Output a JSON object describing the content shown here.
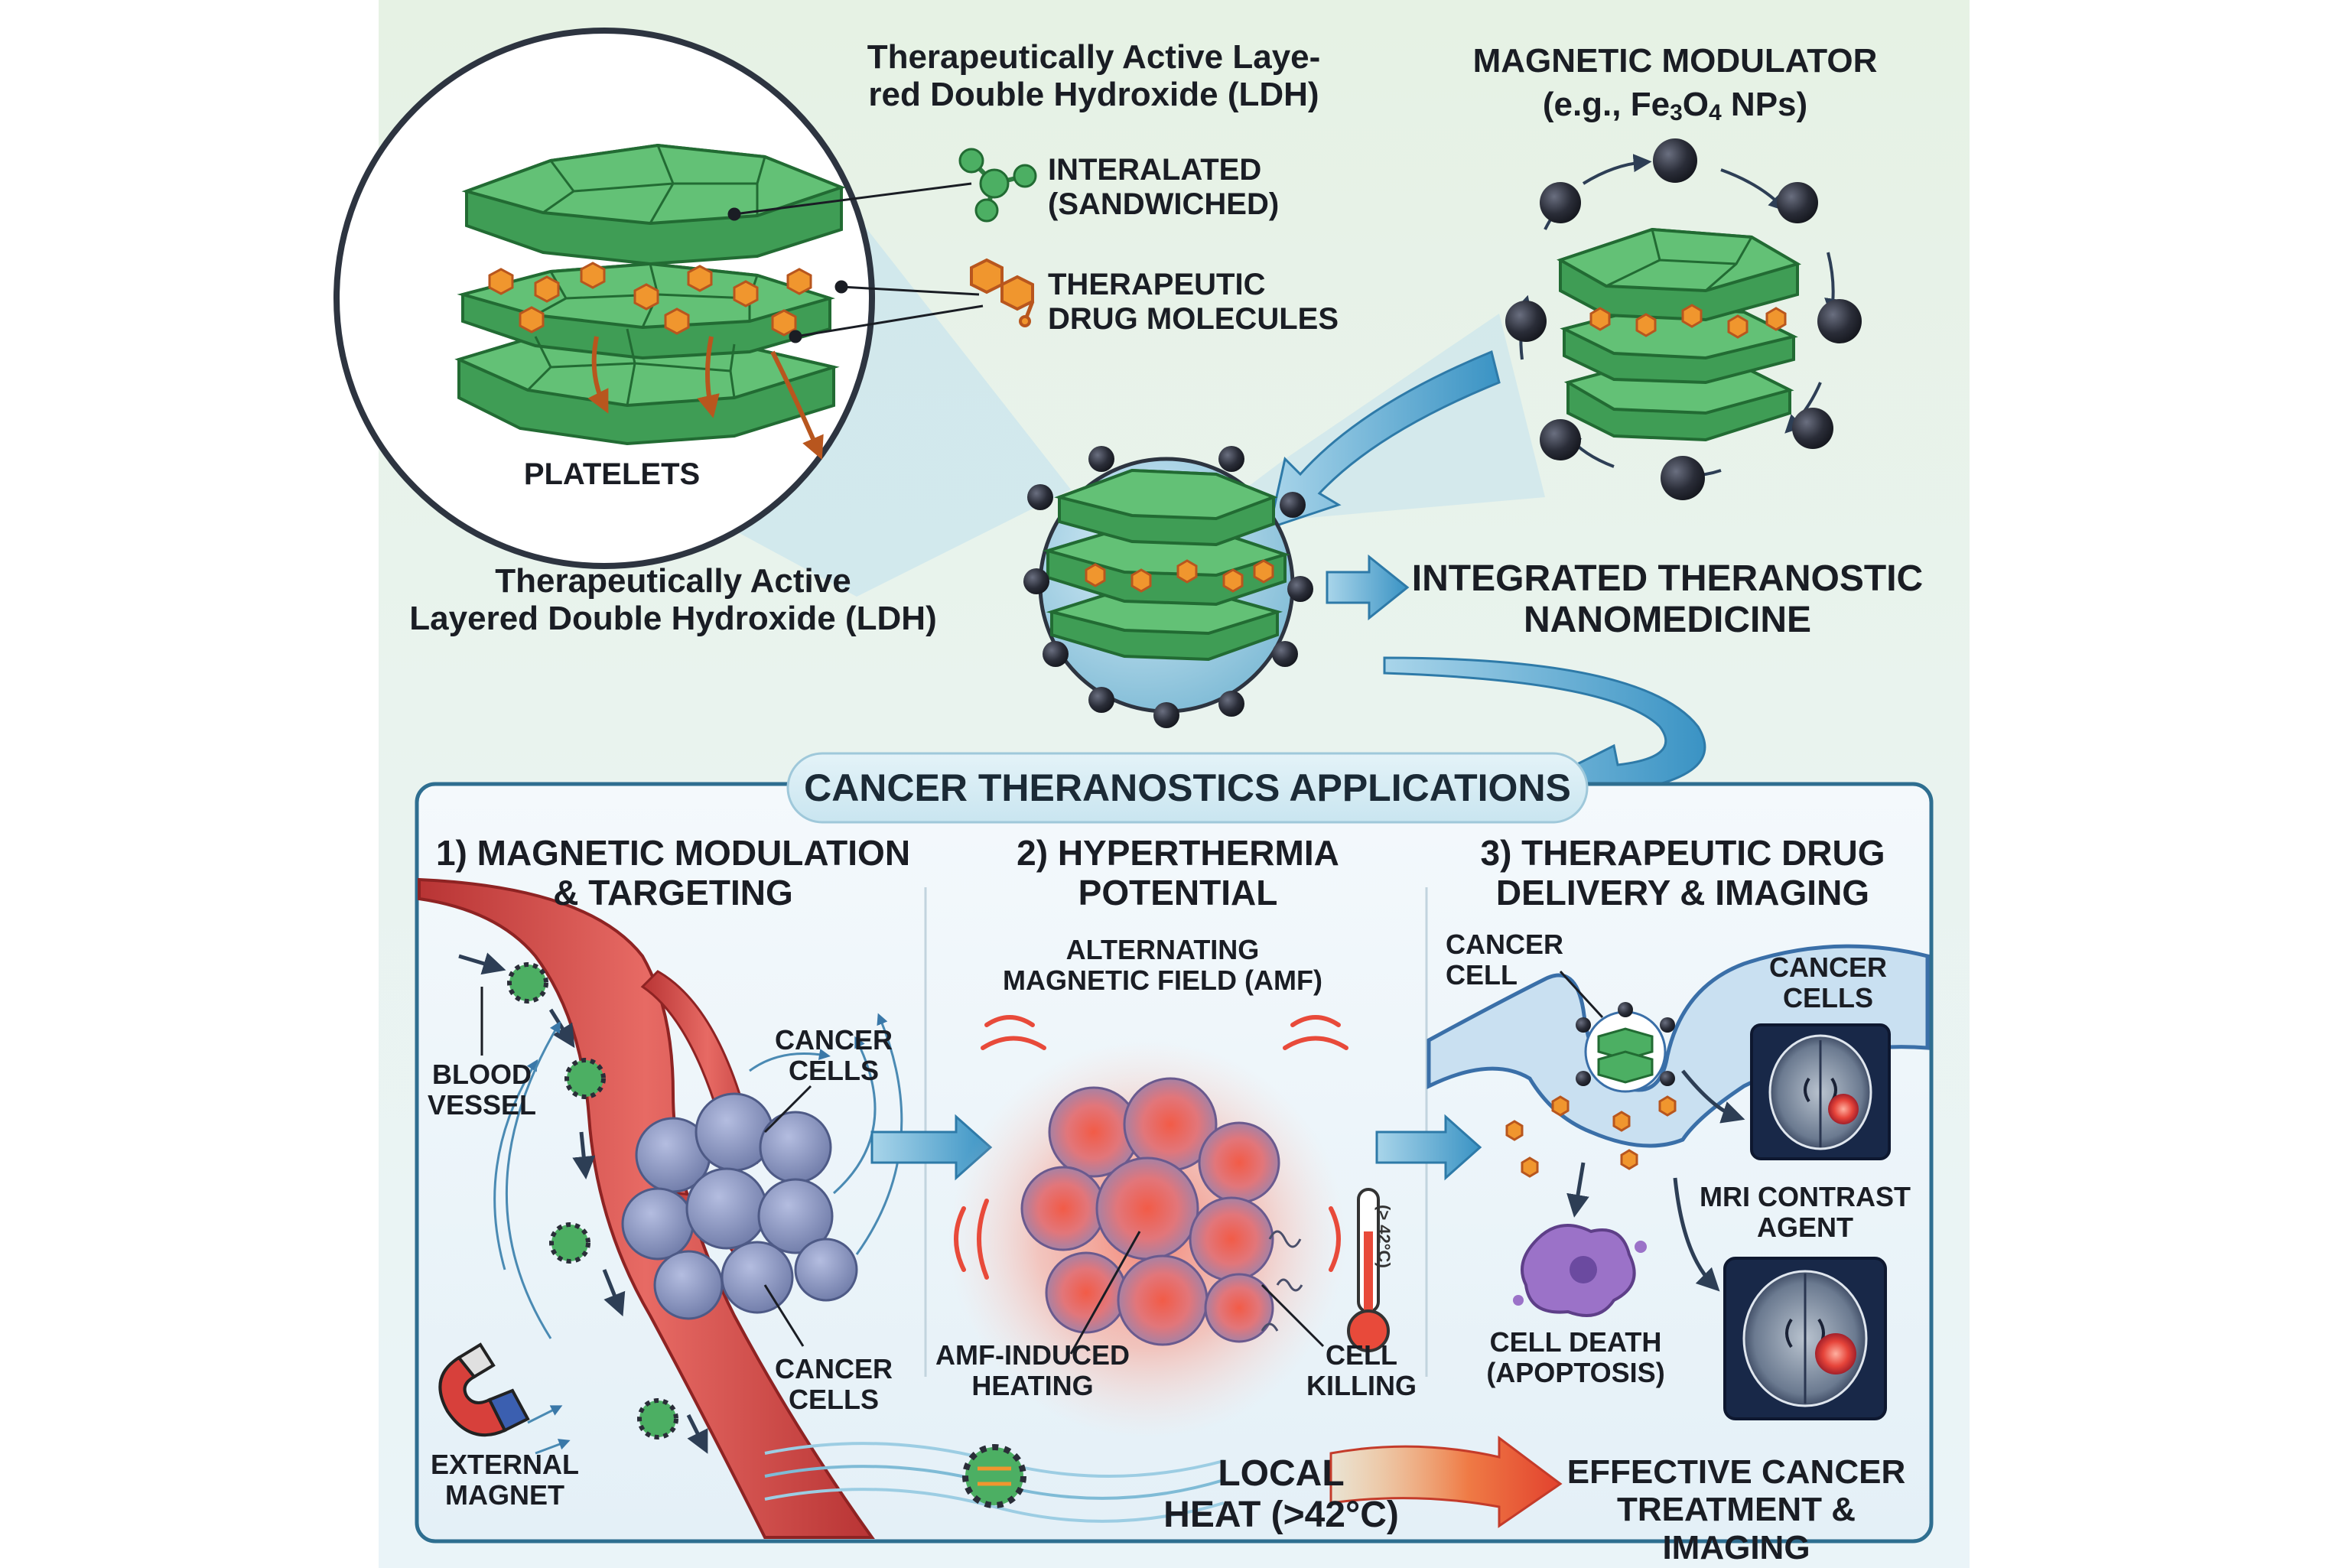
{
  "top": {
    "ldh_title": "Therapeutically Active Laye-\nred Double Hydroxide (LDH)",
    "legend_intercalated": "INTERALATED\n(SANDWICHED)",
    "legend_drug": "THERAPEUTIC\nDRUG MOLECULES",
    "platelets": "PLATELETS",
    "ldh_caption": "Therapeutically Active\nLayered Double Hydroxide (LDH)",
    "modulator_title": "MAGNETIC MODULATOR",
    "modulator_formula_pre": "(e.g., Fe",
    "modulator_sub1": "3",
    "modulator_mid": "O",
    "modulator_sub2": "4",
    "modulator_formula_post": " NPs)",
    "integrated": "INTEGRATED THERANOSTIC\nNANOMEDICINE"
  },
  "banner": "CANCER THERANOSTICS APPLICATIONS",
  "panel1": {
    "title": "1) MAGNETIC MODULATION\n& TARGETING",
    "blood_vessel": "BLOOD\nVESSEL",
    "cancer_cells_top": "CANCER\nCELLS",
    "cancer_cells_bottom": "CANCER\nCELLS",
    "external_magnet": "EXTERNAL\nMAGNET"
  },
  "panel2": {
    "title": "2) HYPERTHERMIA\nPOTENTIAL",
    "amf": "ALTERNATING\nMAGNETIC FIELD (AMF)",
    "amf_heating": "AMF-INDUCED\nHEATING",
    "cell_killing": "CELL\nKILLING",
    "thermometer_text": "(> 42°C)"
  },
  "panel3": {
    "title": "3) THERAPEUTIC DRUG\nDELIVERY & IMAGING",
    "cancer_cell": "CANCER\nCELL",
    "cancer_cells": "CANCER\nCELLS",
    "mri": "MRI CONTRAST\nAGENT",
    "cell_death": "CELL DEATH\n(APOPTOSIS)"
  },
  "bottom": {
    "local_heat": "LOCAL\nHEAT (>42°C)",
    "effective": "EFFECTIVE CANCER\nTREATMENT & IMAGING"
  },
  "colors": {
    "ldh_green": "#4caf63",
    "ldh_dark": "#2e7d40",
    "drug_orange": "#f0962e",
    "np_dark": "#2a2d38",
    "arrow_blue": "#3a93c4",
    "vessel_red": "#d64545",
    "tumor_blue": "#8f9bc4",
    "heat_red": "#e84a3a",
    "apoptosis_purple": "#9b72c8",
    "mri_dark": "#182848"
  }
}
